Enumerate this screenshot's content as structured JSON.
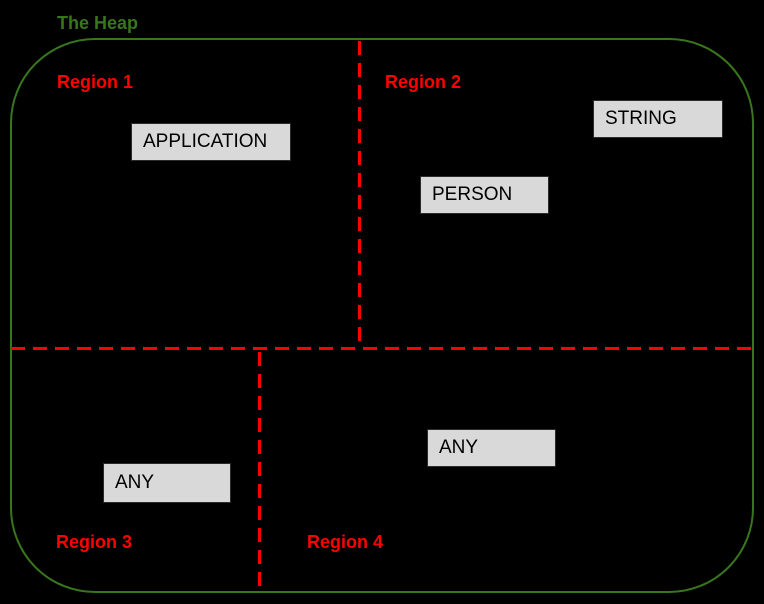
{
  "title": "The Heap",
  "regions": [
    {
      "label": "Region 1"
    },
    {
      "label": "Region 2"
    },
    {
      "label": "Region 3"
    },
    {
      "label": "Region 4"
    }
  ],
  "nodes": [
    {
      "label": "APPLICATION",
      "region": "Region 1"
    },
    {
      "label": "STRING",
      "region": "Region 2"
    },
    {
      "label": "PERSON",
      "region": "Region 2"
    },
    {
      "label": "ANY",
      "region": "Region 3"
    },
    {
      "label": "ANY",
      "region": "Region 4"
    }
  ],
  "colors": {
    "background": "#000000",
    "boundary_green": "#38761d",
    "divider_red": "#ff0000",
    "node_fill": "#d9d9d9",
    "node_border": "#2b2b2b",
    "node_text": "#000000"
  }
}
